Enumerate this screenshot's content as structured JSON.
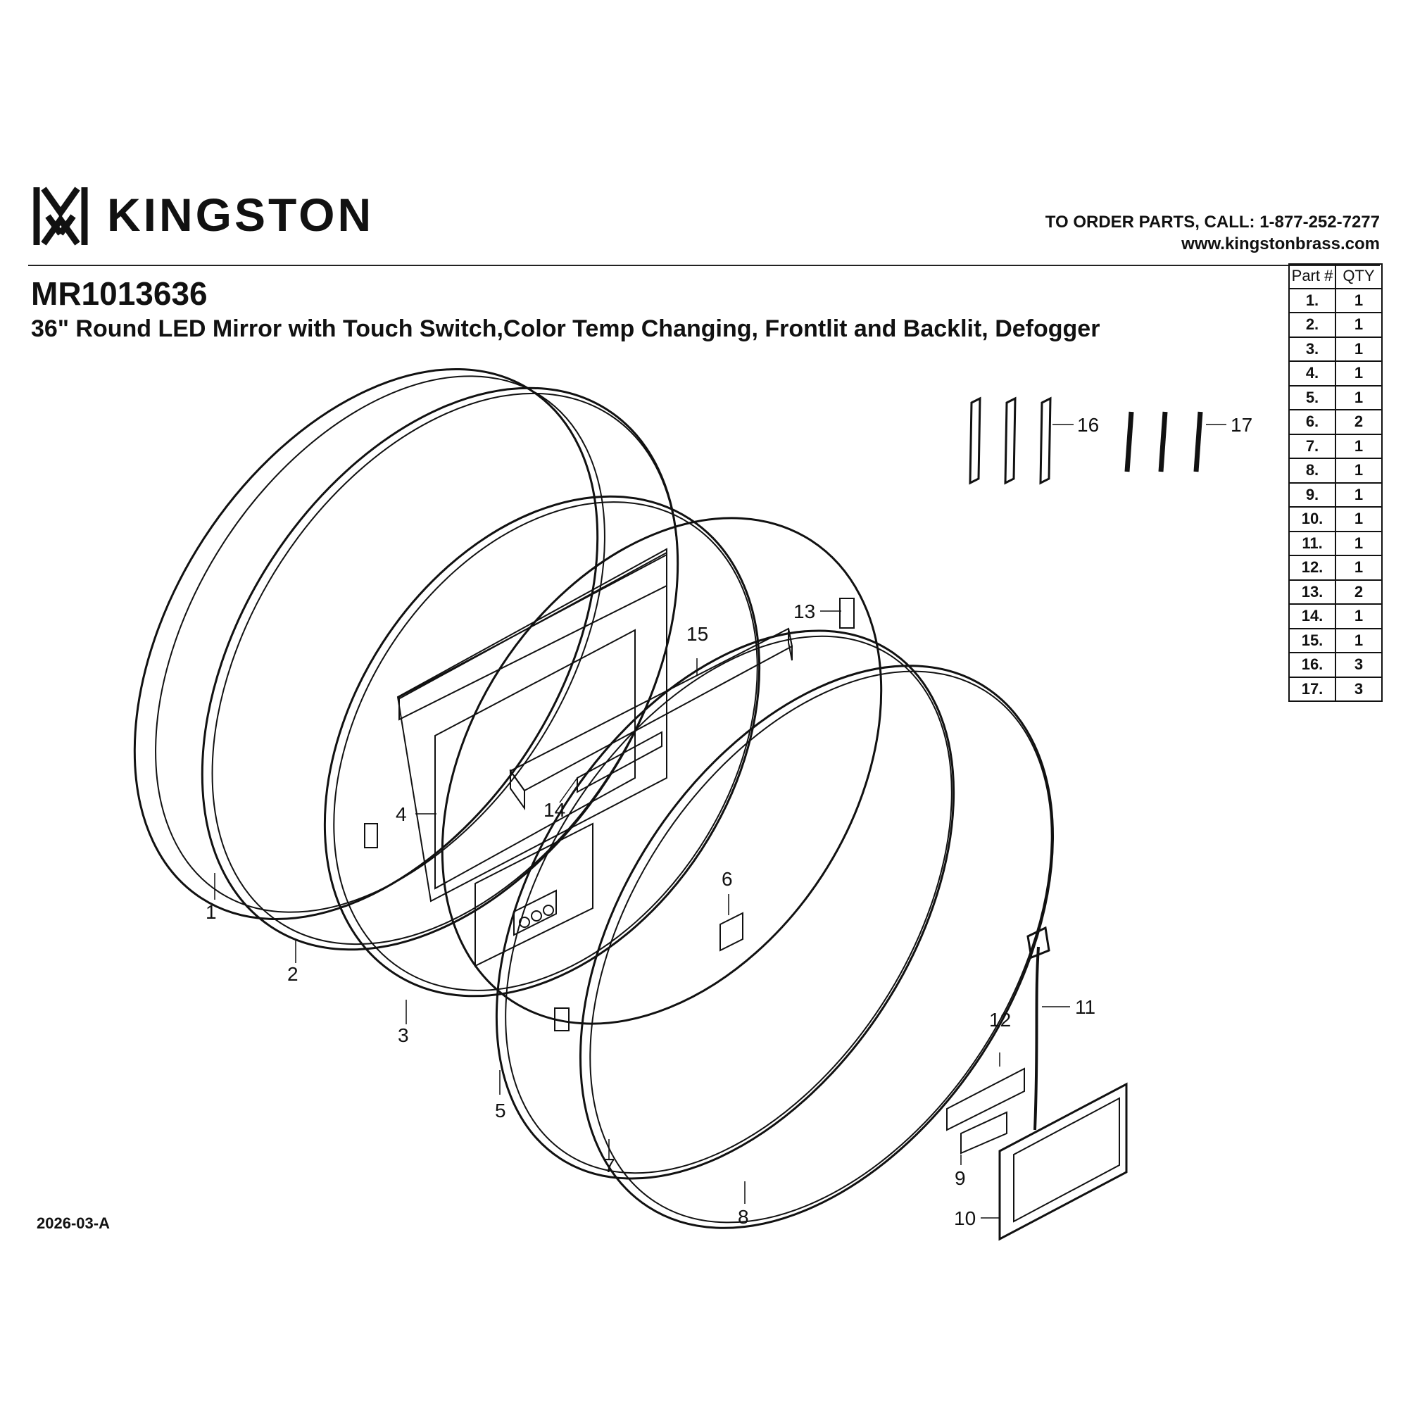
{
  "brand": {
    "name": "KINGSTON",
    "logo_icon": "kingston-kx-logo"
  },
  "contact": {
    "phone_line": "TO ORDER PARTS, CALL: 1-877-252-7277",
    "website": "www.kingstonbrass.com"
  },
  "product": {
    "model": "MR1013636",
    "description": "36\" Round LED Mirror with Touch Switch,Color Temp Changing, Frontlit and Backlit, Defogger"
  },
  "revision": "2026-03-A",
  "parts_table": {
    "headers": [
      "Part #",
      "QTY"
    ],
    "rows": [
      {
        "part": "1.",
        "qty": "1"
      },
      {
        "part": "2.",
        "qty": "1"
      },
      {
        "part": "3.",
        "qty": "1"
      },
      {
        "part": "4.",
        "qty": "1"
      },
      {
        "part": "5.",
        "qty": "1"
      },
      {
        "part": "6.",
        "qty": "2"
      },
      {
        "part": "7.",
        "qty": "1"
      },
      {
        "part": "8.",
        "qty": "1"
      },
      {
        "part": "9.",
        "qty": "1"
      },
      {
        "part": "10.",
        "qty": "1"
      },
      {
        "part": "11.",
        "qty": "1"
      },
      {
        "part": "12.",
        "qty": "1"
      },
      {
        "part": "13.",
        "qty": "2"
      },
      {
        "part": "14.",
        "qty": "1"
      },
      {
        "part": "15.",
        "qty": "1"
      },
      {
        "part": "16.",
        "qty": "3"
      },
      {
        "part": "17.",
        "qty": "3"
      }
    ]
  },
  "callouts": [
    "1",
    "2",
    "3",
    "4",
    "5",
    "6",
    "7",
    "8",
    "9",
    "10",
    "11",
    "12",
    "13",
    "14",
    "15",
    "16",
    "17"
  ]
}
